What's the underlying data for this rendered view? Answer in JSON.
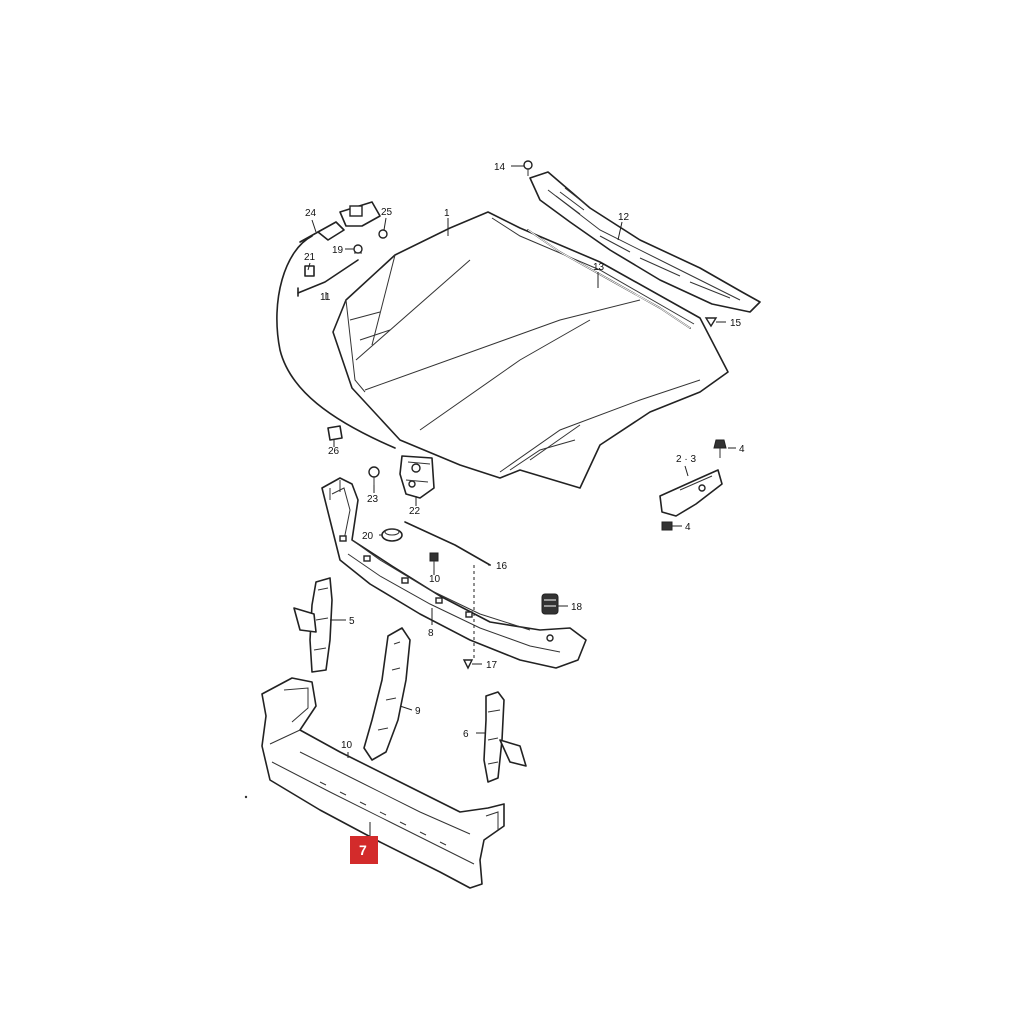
{
  "callouts": {
    "c1": "1",
    "c2_3": "2 · 3",
    "c4a": "4",
    "c4b": "4",
    "c5": "5",
    "c6": "6",
    "c7": "7",
    "c8": "8",
    "c9": "9",
    "c10a": "10",
    "c10b": "10",
    "c11": "11",
    "c12": "12",
    "c13": "13",
    "c14": "14",
    "c15": "15",
    "c16": "16",
    "c17": "17",
    "c18": "18",
    "c19": "19",
    "c20": "20",
    "c21": "21",
    "c22": "22",
    "c23": "23",
    "c24": "24",
    "c25": "25",
    "c26": "26"
  },
  "highlight": {
    "part": "7",
    "color": "#d32b2b"
  }
}
